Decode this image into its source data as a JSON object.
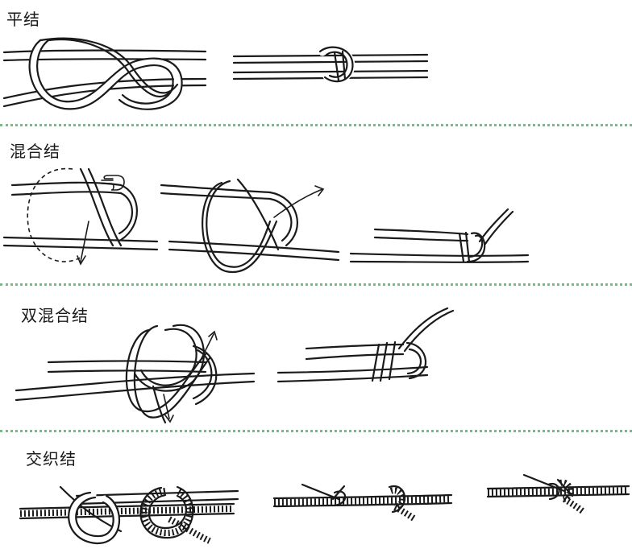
{
  "sections": [
    {
      "title": "平结"
    },
    {
      "title": "混合结"
    },
    {
      "title": "双混合结"
    },
    {
      "title": "交织结"
    }
  ],
  "icons": {
    "pointer": "pointing-hand-icon"
  },
  "colors": {
    "divider": "#7fb58a",
    "ink": "#1a1a1a"
  }
}
